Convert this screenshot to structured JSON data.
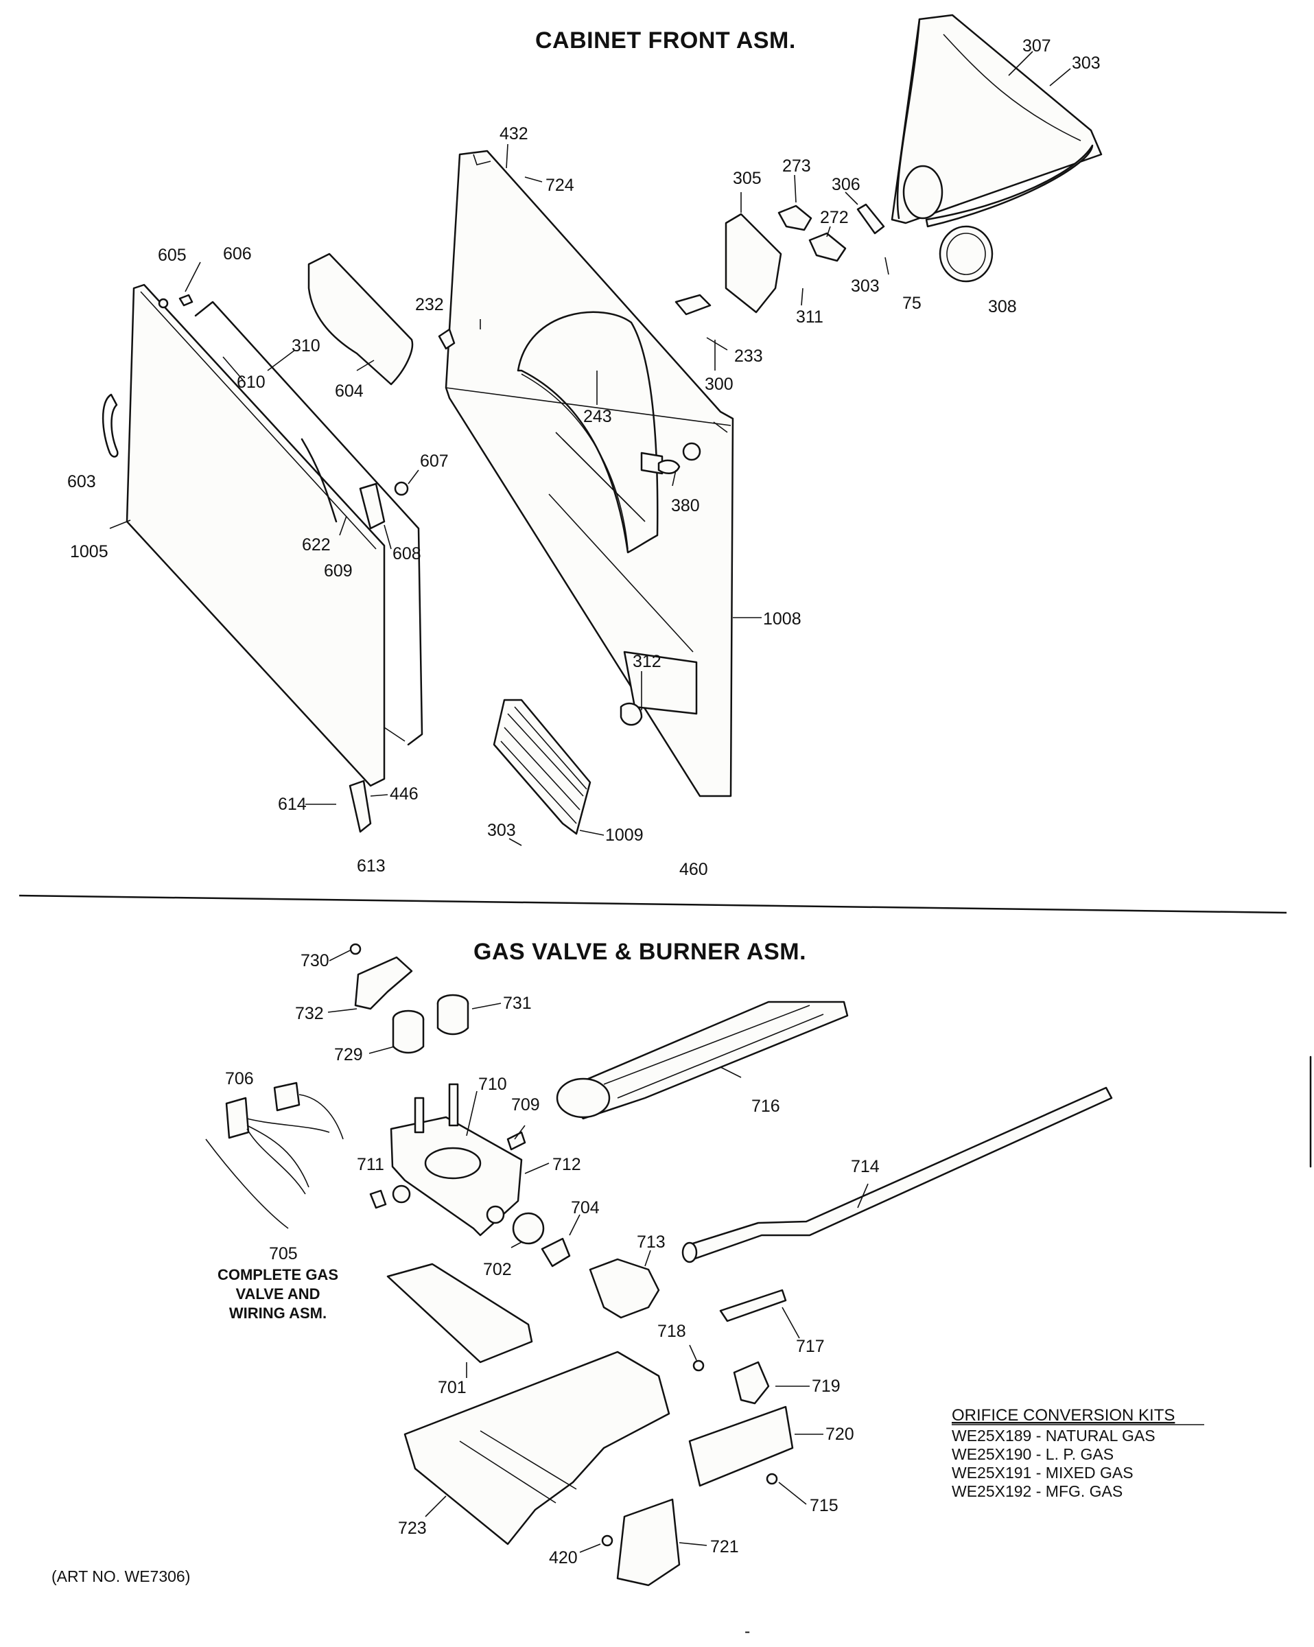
{
  "sections": {
    "cabinet_front_title": "CABINET FRONT ASM.",
    "gas_valve_title": "GAS VALVE & BURNER ASM."
  },
  "cabinet_front_callouts": [
    "307",
    "303",
    "432",
    "724",
    "305",
    "273",
    "306",
    "272",
    "605",
    "606",
    "232",
    "303",
    "75",
    "308",
    "311",
    "310",
    "610",
    "604",
    "300",
    "243",
    "233",
    "603",
    "380",
    "607",
    "622",
    "1005",
    "608",
    "609",
    "1008",
    "312",
    "614",
    "446",
    "613",
    "303",
    "1009",
    "460"
  ],
  "gas_valve_callouts": [
    "730",
    "732",
    "731",
    "729",
    "706",
    "710",
    "709",
    "712",
    "716",
    "711",
    "714",
    "704",
    "705",
    "702",
    "713",
    "718",
    "717",
    "701",
    "719",
    "720",
    "723",
    "715",
    "420",
    "721"
  ],
  "complete_assembly_note": [
    "COMPLETE GAS",
    "VALVE AND",
    "WIRING ASM."
  ],
  "orifice_kits": {
    "title": "ORIFICE CONVERSION KITS",
    "items": [
      "WE25X189 - NATURAL GAS",
      "WE25X190 - L. P. GAS",
      "WE25X191 - MIXED GAS",
      "WE25X192 - MFG. GAS"
    ]
  },
  "art_number": "(ART NO. WE7306)",
  "footer_mark": "-"
}
